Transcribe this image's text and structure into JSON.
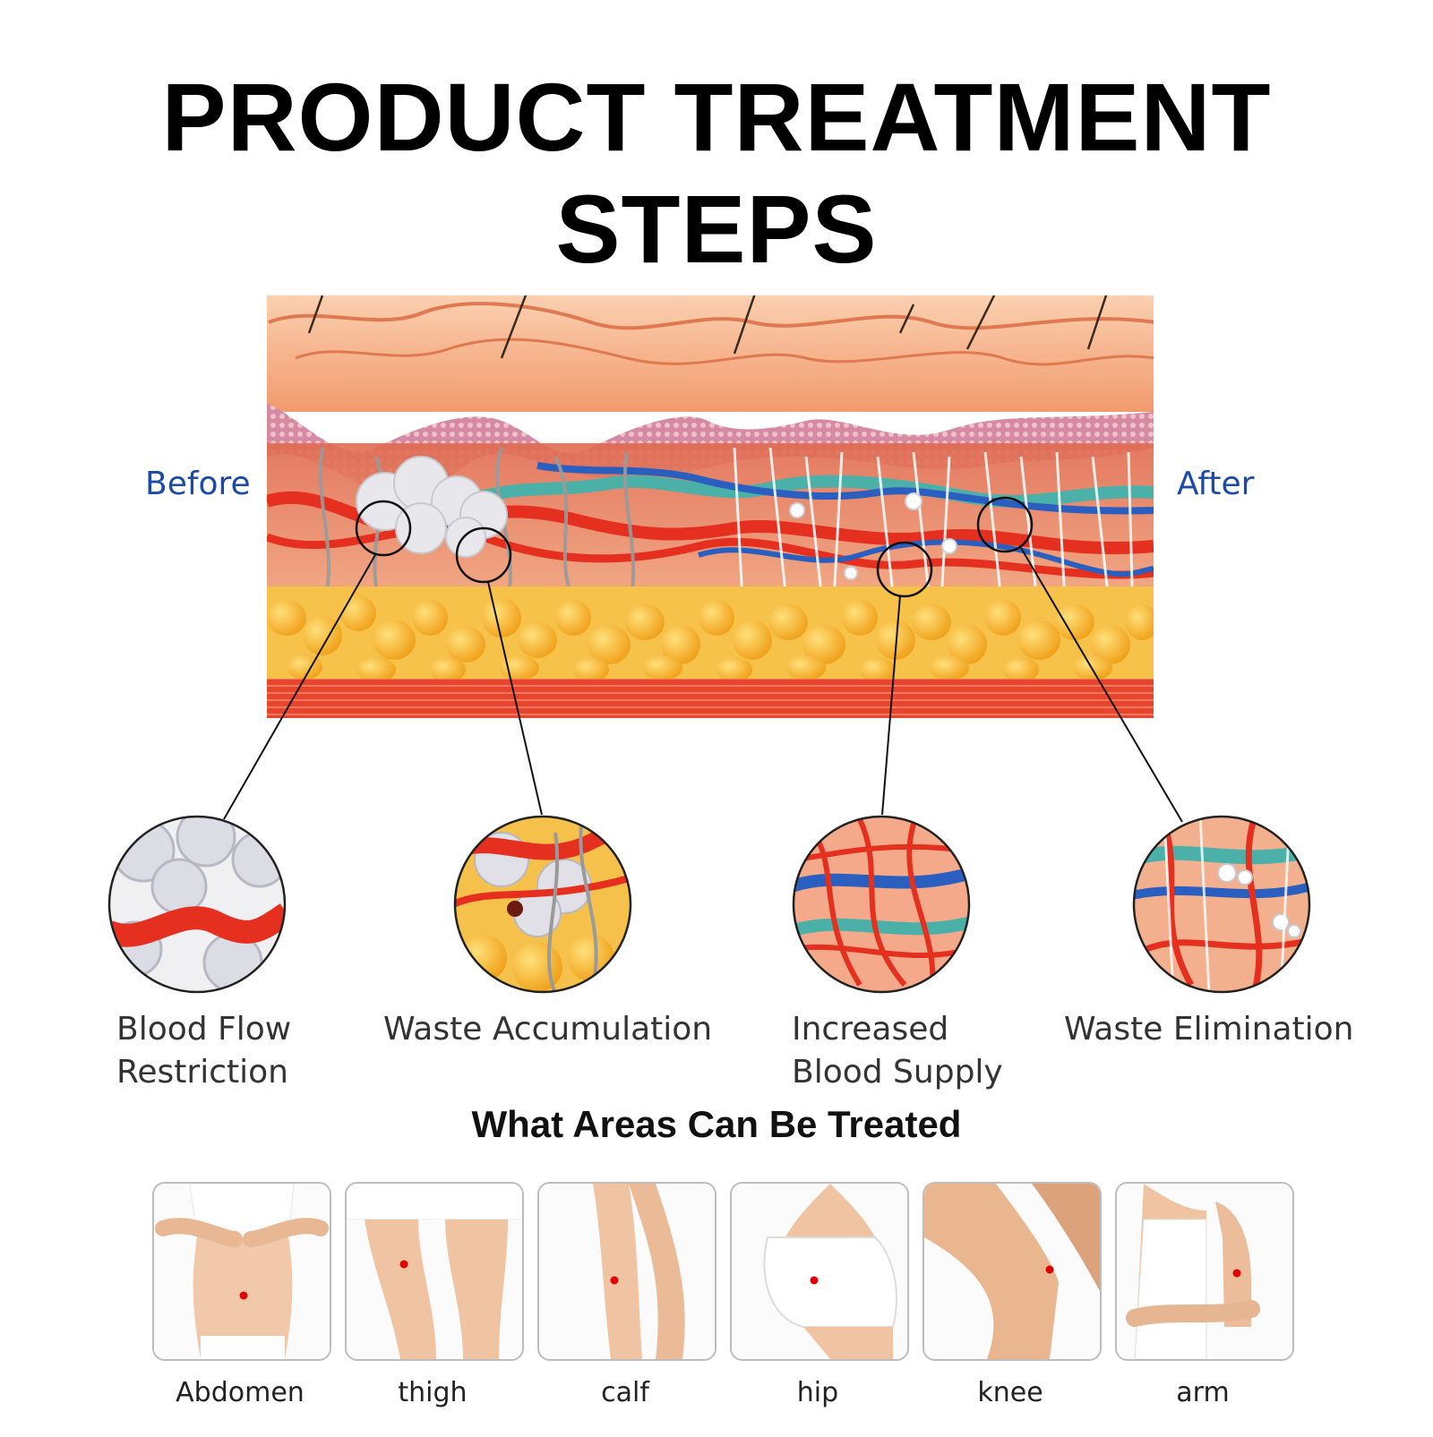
{
  "title": "PRODUCT TREATMENT STEPS",
  "diagram": {
    "before_label": "Before",
    "after_label": "After",
    "steps": [
      {
        "line1": "Blood Flow",
        "line2": "Restriction"
      },
      {
        "line1": "Waste Accumulation",
        "line2": ""
      },
      {
        "line1": "Increased",
        "line2": "Blood Supply"
      },
      {
        "line1": "Waste Elimination",
        "line2": ""
      }
    ]
  },
  "areas": {
    "heading": "What Areas Can Be Treated",
    "items": [
      "Abdomen",
      "thigh",
      "calf",
      "hip",
      "knee",
      "arm"
    ]
  },
  "colors": {
    "skin_top": "#f6b48a",
    "dermis": "#d97a6a",
    "fat": "#f6b42a",
    "muscle": "#e8452f",
    "vessel_red": "#e5301f",
    "vessel_blue": "#2a5fc0",
    "vessel_teal": "#4bb0a8",
    "label_blue": "#1b4aa8",
    "marker": "#e00000"
  }
}
